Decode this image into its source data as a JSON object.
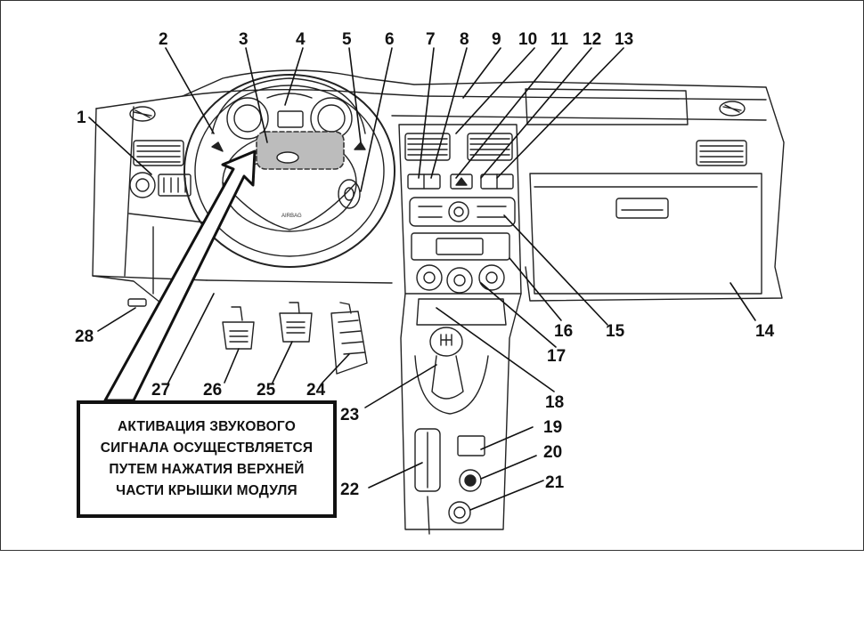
{
  "callouts": [
    "1",
    "2",
    "3",
    "4",
    "5",
    "6",
    "7",
    "8",
    "9",
    "10",
    "11",
    "12",
    "13",
    "14",
    "15",
    "16",
    "17",
    "18",
    "19",
    "20",
    "21",
    "22",
    "23",
    "24",
    "25",
    "26",
    "27",
    "28"
  ],
  "note": {
    "lines": [
      "АКТИВАЦИЯ ЗВУКОВОГО",
      "СИГНАЛА ОСУЩЕСТВЛЯЕТСЯ",
      "ПУТЕМ НАЖАТИЯ ВЕРХНЕЙ",
      "ЧАСТИ КРЫШКИ МОДУЛЯ"
    ]
  },
  "airbag_text": "AIRBAG"
}
